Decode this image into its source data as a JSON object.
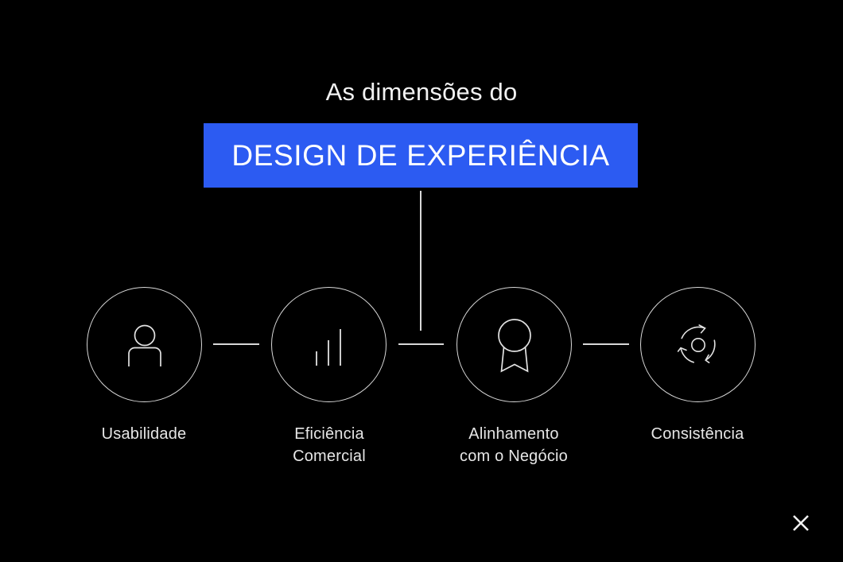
{
  "slide": {
    "background_color": "#000000",
    "accent_color": "#2c5bf2",
    "text_color": "#f2f2f2",
    "line_color": "#d8d8d8"
  },
  "header": {
    "subtitle": "As dimensões do",
    "title": "DESIGN DE EXPERIÊNCIA"
  },
  "nodes": [
    {
      "id": "usabilidade",
      "label": "Usabilidade",
      "icon": "person-icon"
    },
    {
      "id": "eficiencia-comercial",
      "label": "Eficiência\nComercial",
      "icon": "bar-chart-icon"
    },
    {
      "id": "alinhamento-negocio",
      "label": "Alinhamento\ncom o Negócio",
      "icon": "award-medal-icon"
    },
    {
      "id": "consistencia",
      "label": "Consistência",
      "icon": "cycle-arrows-icon"
    }
  ],
  "logo": {
    "name": "x-logo",
    "label": "X"
  }
}
